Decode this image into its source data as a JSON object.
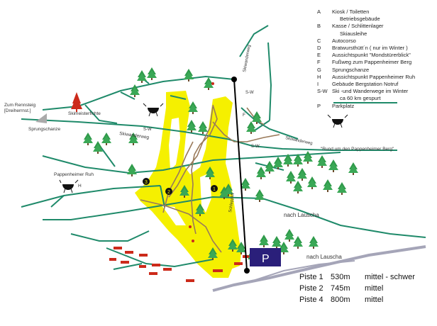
{
  "legend": [
    {
      "key": "A",
      "text": "Kiosk / Toiletten"
    },
    {
      "key": "",
      "text": "Betriebsgebäude"
    },
    {
      "key": "B",
      "text": "Kasse / Schlittenlager"
    },
    {
      "key": "",
      "text": "Skiausleihe"
    },
    {
      "key": "C",
      "text": "Autocorso"
    },
    {
      "key": "D",
      "text": "Bratwursthütt´n ( nur im Winter )"
    },
    {
      "key": "E",
      "text": "Aussichtspunkt \"Mondstürerblick\""
    },
    {
      "key": "F",
      "text": "Fußweg zum Pappenheimer Berg"
    },
    {
      "key": "G",
      "text": "Sprungschanze"
    },
    {
      "key": "H",
      "text": "Aussichtspunkt Pappenheimer Ruh"
    },
    {
      "key": "I",
      "text": "Gebäude Bergstation  Notruf"
    },
    {
      "key": "S-W",
      "text": "Ski -und Wanderwege im Winter"
    },
    {
      "key": "",
      "text": "ca 60 km gespurt"
    },
    {
      "key": "P",
      "text": "Parkplatz"
    }
  ],
  "map_labels": {
    "rennsteig": "Zum Rennsteig",
    "dreiherrnstein": "[Dreiherrnst.]",
    "sprungschanze": "Sprungschanze",
    "skimeister": "Skimeisterfichte",
    "skiwanderweg": "Skiwanderweg",
    "skiwanderweg_top": "Skiwanderweg",
    "skiwanderweg_right": "Skiwanderweg",
    "rund_um": "\"Rund um den Pappenheimer Berg\"",
    "pappenheimer_ruh": "Pappenheimer Ruh",
    "nach_lauscha_1": "nach Lauscha",
    "nach_lauscha_2": "nach Lauscha",
    "schlepplift": "Schlepplift",
    "sw_a": "S-W",
    "sw_b": "S-W",
    "sw_c": "S-W",
    "label_f": "F",
    "label_h": "H",
    "parking": "P"
  },
  "markers": [
    {
      "num": "1"
    },
    {
      "num": "2"
    },
    {
      "num": "3"
    }
  ],
  "pistes": [
    {
      "name": "Piste 1",
      "length": "530m",
      "difficulty": "mittel - schwer"
    },
    {
      "name": "Piste 2",
      "length": "745m",
      "difficulty": "mittel"
    },
    {
      "name": "Piste 4",
      "length": "800m",
      "difficulty": "mittel"
    }
  ],
  "colors": {
    "slope": "#f5f000",
    "trail": "#1f8a6a",
    "road": "#9a9aae",
    "path": "#8b6a4a",
    "lift": "#000000",
    "tree": "#2f9a4a",
    "building": "#cc2a1a",
    "parking": "#2a1f7a"
  }
}
